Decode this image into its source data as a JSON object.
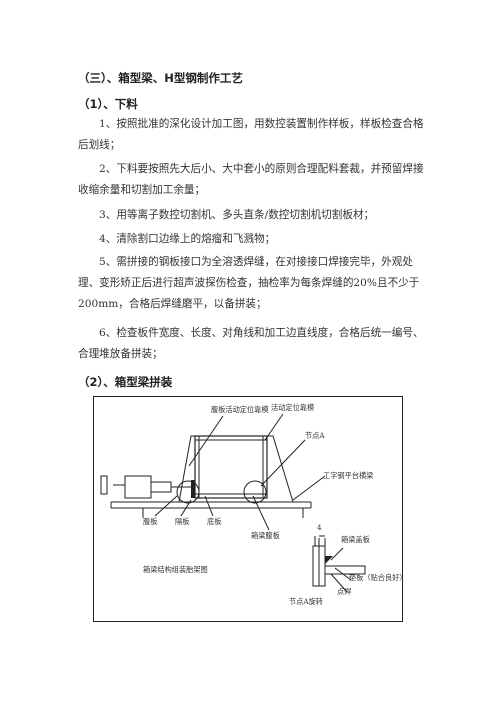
{
  "section_title": "（三）、箱型梁、H型钢制作工艺",
  "sub1_title": "（1）、下料",
  "paragraphs": [
    "1、按照批准的深化设计加工图，用数控装置制作样板，样板检查合格后划线；",
    "2、下料要按照先大后小、大中套小的原则合理配料套裁，并预留焊接收缩余量和切割加工余量；",
    "3、用等离子数控切割机、多头直条/数控切割机切割板材；",
    "4、清除割口边缘上的熔瘤和飞溅物；",
    "5、需拼接的钢板接口为全溶透焊缝，在对接接口焊接完毕，外观处理、变形矫正后进行超声波探伤检查，抽检率为每条焊缝的20%且不少于200mm，合格后焊缝磨平，以备拼装；",
    "6、检查板件宽度、长度、对角线和加工边直线度，合格后统一编号、合理堆放备拼装；"
  ],
  "sub2_title": "（2）、箱型梁拼装",
  "figure": {
    "labels": {
      "web_movable_mold": "腹板活动定位靠模",
      "movable_mold": "活动定位靠模",
      "node_a": "节点A",
      "i_beam_platform": "工字钢平台横梁",
      "web_plate": "腹板",
      "diaphragm": "隔板",
      "bottom_plate": "底板",
      "box_web": "箱梁腹板",
      "box_cover": "箱梁盖板",
      "dimension": "4",
      "caption": "箱梁结构组装胎架图",
      "backing_plate": "垫板（贴合良好）",
      "spot_weld": "点焊",
      "node_a_rotate": "节点A旋转"
    }
  }
}
